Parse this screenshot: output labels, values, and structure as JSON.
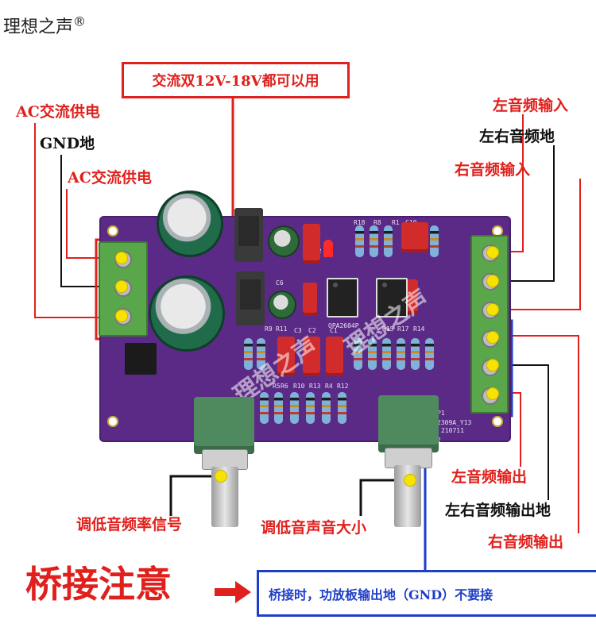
{
  "brand": {
    "text": "理想之声",
    "mark": "®"
  },
  "top_note": "交流双12V-18V都可以用",
  "power_terminal": {
    "labels": [
      "AC交流供电",
      "GND地",
      "AC交流供电"
    ]
  },
  "audio_input": {
    "labels": [
      "左音频输入",
      "左右音频地",
      "右音频输入"
    ]
  },
  "audio_output": {
    "labels": [
      "左音频输出",
      "左右音频输出地",
      "右音频输出"
    ]
  },
  "knobs": {
    "left_label": "调低音频率信号",
    "right_label": "调低音声音大小"
  },
  "bridge": {
    "title": "桥接注意",
    "note": "桥接时，功放板输出地（GND）不要接"
  },
  "board_silk": {
    "watermark": "理想之声",
    "parts": [
      "D2",
      "C6",
      "R18",
      "R8",
      "R1",
      "C10",
      "R9",
      "R11",
      "C3",
      "C2",
      "C1",
      "R15",
      "R17",
      "R14",
      "R5",
      "R6",
      "R10",
      "R13",
      "R4",
      "R12",
      "P1",
      "R2"
    ],
    "chip_text": "OPA2604P",
    "pcb_code": "2309A_Y13",
    "date_code": "210711"
  },
  "colors": {
    "label_red": "#e0201c",
    "label_black": "#111111",
    "board_purple": "#5b2a86",
    "terminal_green": "#5aa64a",
    "marker_yellow": "#f7e300",
    "note_blue": "#1e3ec8"
  }
}
